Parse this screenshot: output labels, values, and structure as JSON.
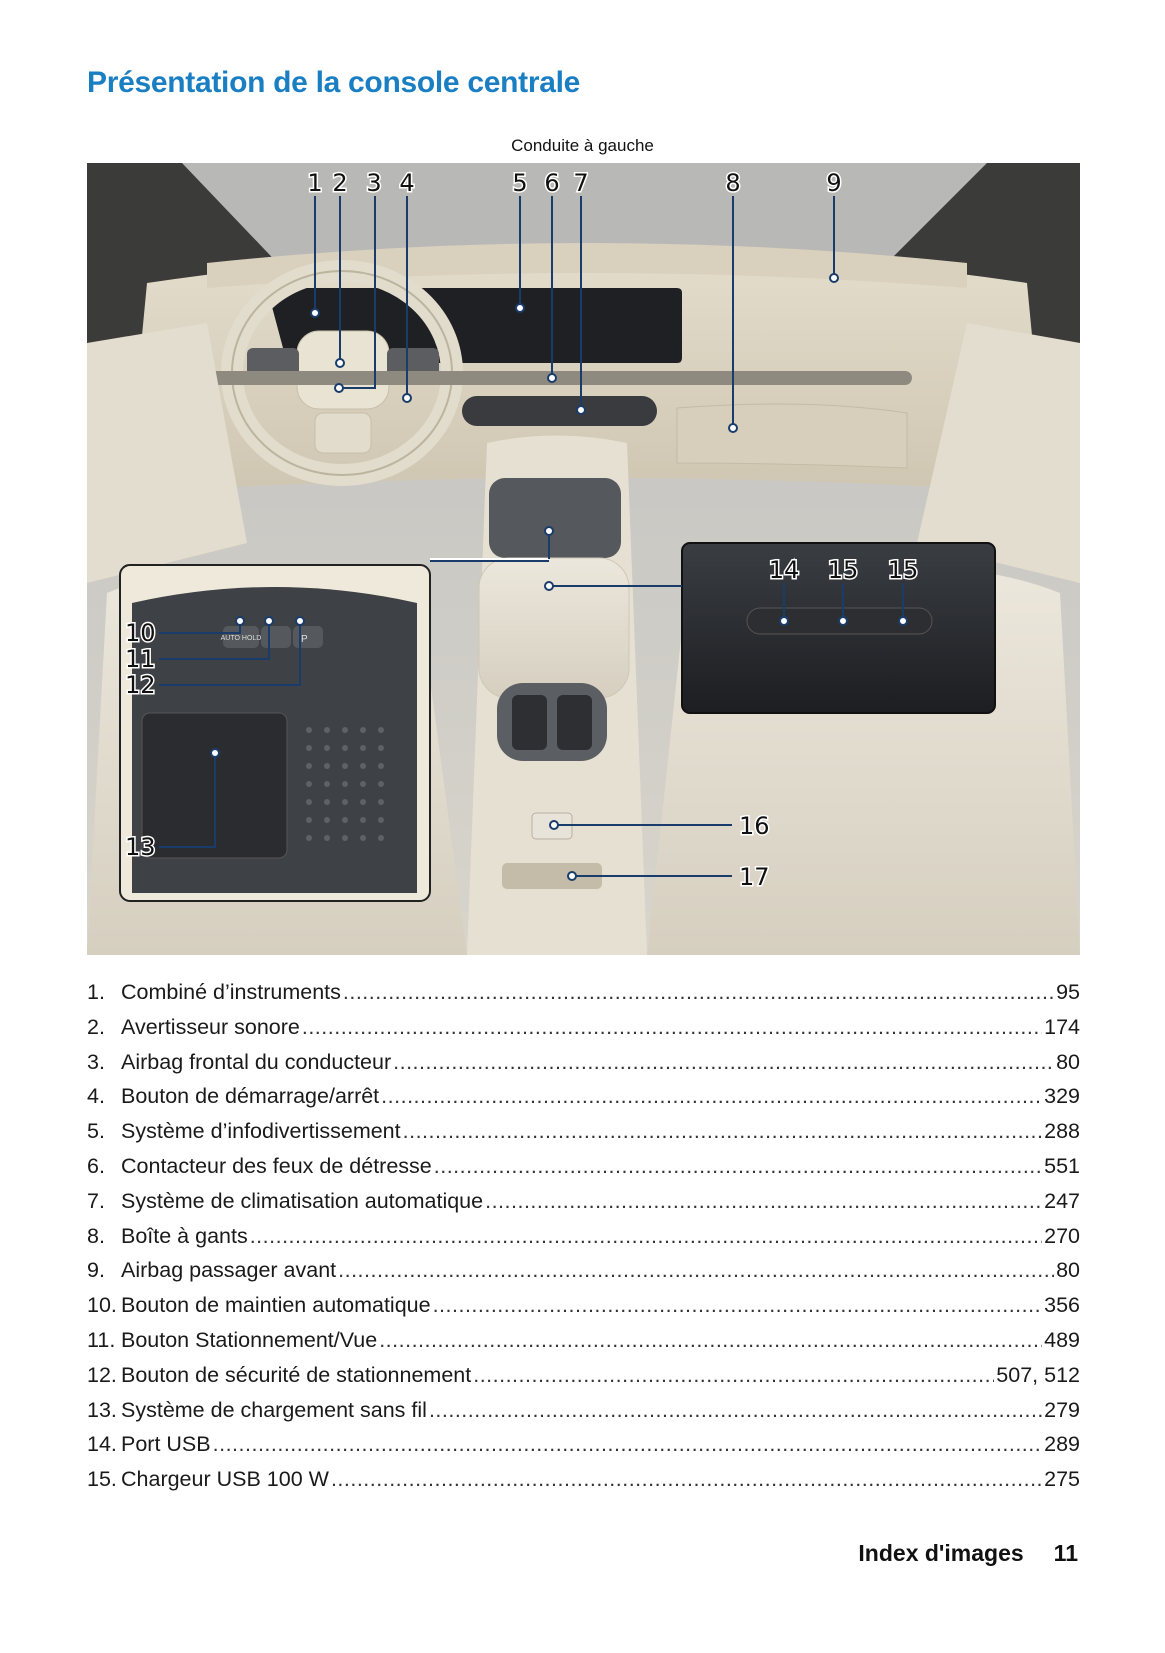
{
  "page": {
    "title": "Présentation de la console centrale",
    "caption": "Conduite à gauche",
    "footer": {
      "section": "Index d'images",
      "page_number": "11"
    }
  },
  "figure": {
    "callouts": [
      "1",
      "2",
      "3",
      "4",
      "5",
      "6",
      "7",
      "8",
      "9",
      "10",
      "11",
      "12",
      "13",
      "14",
      "15",
      "15",
      "16",
      "17"
    ],
    "button_labels": {
      "auto_hold": "AUTO HOLD",
      "parking": "P"
    }
  },
  "toc": [
    {
      "n": "1.",
      "label": "Combiné d’instruments",
      "page": "95"
    },
    {
      "n": "2.",
      "label": "Avertisseur sonore",
      "page": "174"
    },
    {
      "n": "3.",
      "label": "Airbag frontal du conducteur",
      "page": "80"
    },
    {
      "n": "4.",
      "label": "Bouton de démarrage/arrêt",
      "page": "329"
    },
    {
      "n": "5.",
      "label": "Système d’infodivertissement",
      "page": "288"
    },
    {
      "n": "6.",
      "label": "Contacteur des feux de détresse",
      "page": "551"
    },
    {
      "n": "7.",
      "label": "Système de climatisation automatique",
      "page": "247"
    },
    {
      "n": "8.",
      "label": "Boîte à gants",
      "page": "270"
    },
    {
      "n": "9.",
      "label": "Airbag passager avant",
      "page": "80"
    },
    {
      "n": "10.",
      "label": "Bouton de maintien automatique",
      "page": "356"
    },
    {
      "n": "11.",
      "label": "Bouton Stationnement/Vue",
      "page": "489"
    },
    {
      "n": "12.",
      "label": "Bouton de sécurité de stationnement",
      "page": "507, 512"
    },
    {
      "n": "13.",
      "label": "Système de chargement sans fil",
      "page": "279"
    },
    {
      "n": "14.",
      "label": "Port USB",
      "page": "289"
    },
    {
      "n": "15.",
      "label": "Chargeur USB 100 W",
      "page": "275"
    }
  ]
}
